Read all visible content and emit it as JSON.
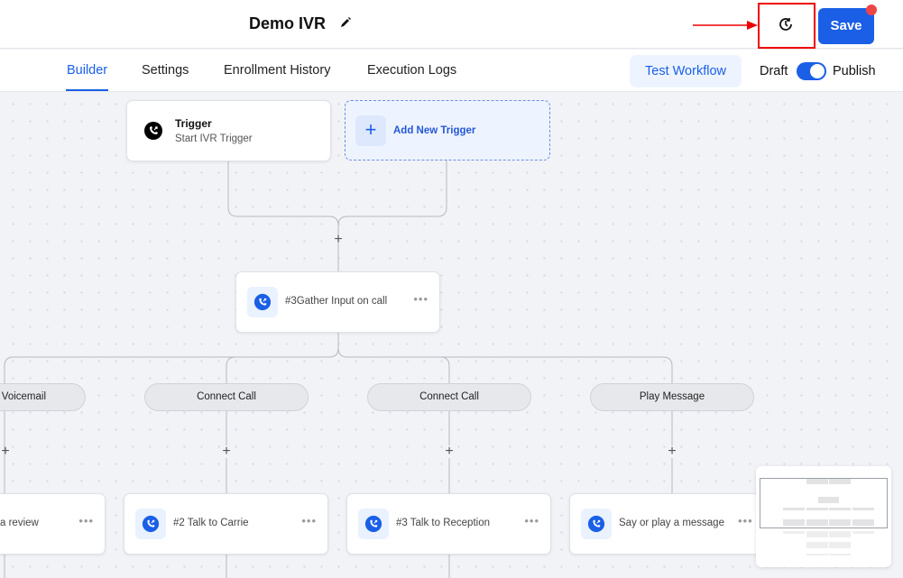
{
  "header": {
    "title": "Demo IVR",
    "save_label": "Save",
    "history_icon": "history-icon",
    "edit_icon": "pencil-icon"
  },
  "tabs": [
    {
      "label": "Builder",
      "active": true
    },
    {
      "label": "Settings"
    },
    {
      "label": "Enrollment History"
    },
    {
      "label": "Execution Logs"
    }
  ],
  "toolbar": {
    "test_workflow": "Test Workflow",
    "draft": "Draft",
    "publish": "Publish",
    "published": true
  },
  "colors": {
    "accent": "#1a5fe6",
    "highlight": "#e00000",
    "notification": "#ef4444"
  },
  "trigger": {
    "title": "Trigger",
    "subtitle": "Start IVR Trigger",
    "add_label": "Add New Trigger"
  },
  "gather": {
    "label": "#3Gather Input on call"
  },
  "branches": [
    {
      "pill": "Voicemail",
      "node": "a review"
    },
    {
      "pill": "Connect Call",
      "node": "#2 Talk to Carrie"
    },
    {
      "pill": "Connect Call",
      "node": "#3 Talk to Reception"
    },
    {
      "pill": "Play Message",
      "node": "Say or play a message"
    }
  ],
  "more_glyph": "•••",
  "plus_glyph": "+"
}
